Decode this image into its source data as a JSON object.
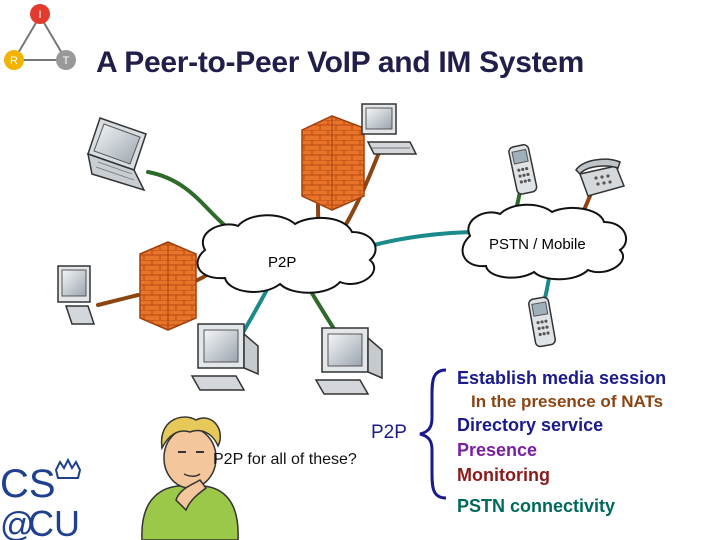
{
  "title": "A Peer-to-Peer VoIP and IM System",
  "logo": {
    "triangle_letters": [
      "I",
      "R",
      "T"
    ],
    "cs_text": "CS",
    "at_text": "@",
    "cu_text": "CU"
  },
  "clouds": {
    "p2p": "P2P",
    "pstn": "PSTN / Mobile"
  },
  "brace_label": "P2P",
  "question": "P2P for all of these?",
  "features": [
    {
      "text": "Establish media session",
      "color": "#1a1a8c",
      "indent": false
    },
    {
      "text": "In the presence of NATs",
      "color": "#8b4513",
      "indent": true
    },
    {
      "text": "Directory service",
      "color": "#1a1a8c",
      "indent": false
    },
    {
      "text": "Presence",
      "color": "#7b1fa2",
      "indent": false
    },
    {
      "text": "Monitoring",
      "color": "#8b1a1a",
      "indent": false
    },
    {
      "text": "PSTN connectivity",
      "color": "#00695c",
      "indent": false
    }
  ],
  "colors": {
    "title": "#1f1f4a",
    "link_green": "#2e6b2a",
    "link_teal": "#1a8a8a",
    "link_brown": "#8b4513",
    "firewall": "#e06a1a",
    "brace": "#1a1a8c",
    "logo_blue": "#1f3f8f"
  },
  "icons": [
    "irt-triangle-logo",
    "laptop-icon",
    "desktop-computer-icon",
    "firewall-icon",
    "mobile-phone-icon",
    "desk-telephone-icon",
    "person-thinking-icon",
    "cs-at-cu-logo"
  ]
}
